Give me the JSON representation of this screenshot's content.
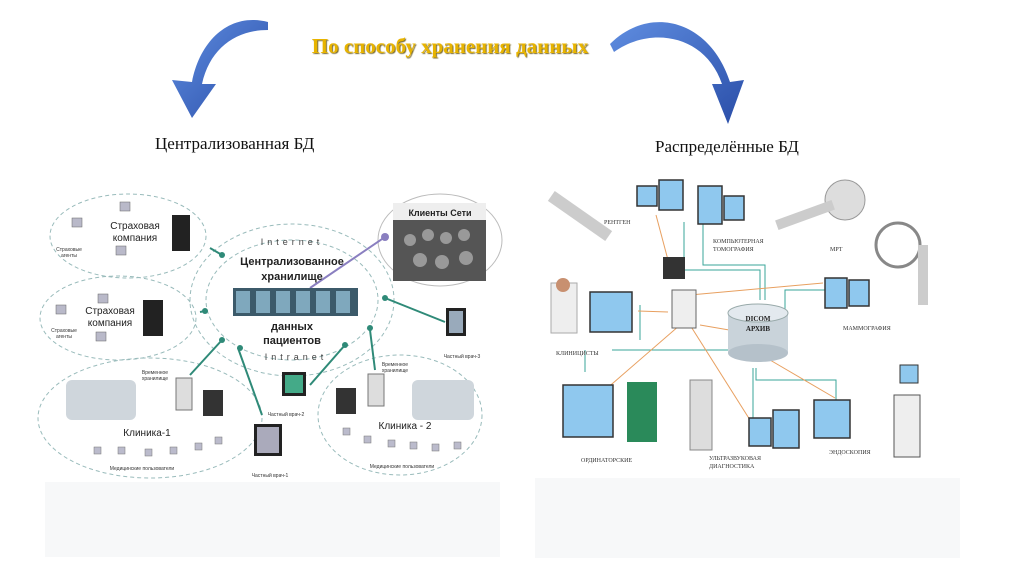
{
  "title": "По способу хранения данных",
  "left": {
    "label": "Централизованная БД",
    "center": {
      "line1": "Централизованное",
      "line2": "хранилище",
      "line3": "данных",
      "line4": "пациентов",
      "top_ring": "Internet",
      "bottom_ring": "Intranet"
    },
    "insurance": [
      {
        "name_line1": "Страховая",
        "name_line2": "компания",
        "agents_line1": "Страховые",
        "agents_line2": "агенты"
      },
      {
        "name_line1": "Страховая",
        "name_line2": "компания",
        "agents_line1": "Страховые",
        "agents_line2": "агенты"
      }
    ],
    "clients": "Клиенты Сети",
    "clinic1": {
      "name": "Клиника-1",
      "storage_line1": "Временное",
      "storage_line2": "хранилище",
      "users": "Медицинские пользователи"
    },
    "clinic2": {
      "name": "Клиника - 2",
      "storage_line1": "Временное",
      "storage_line2": "хранилище",
      "users": "Медицинские пользователи"
    },
    "doctors": [
      "Частный врач-1",
      "Частный врач-2",
      "Частный врач-3"
    ]
  },
  "right": {
    "label": "Распределённые БД",
    "archive_line1": "DICOM",
    "archive_line2": "АРХИВ",
    "nodes": {
      "xray": "РЕНТГЕН",
      "ct_line1": "КОМПЬЮТЕРНАЯ",
      "ct_line2": "ТОМОГРАФИЯ",
      "mri": "МРТ",
      "mammo": "МАММОГРАФИЯ",
      "clinicians": "КЛИНИЦИСТЫ",
      "ordinator": "ОРДИНАТОРСКИЕ",
      "us_line1": "УЛЬТРАЗВУКОВАЯ",
      "us_line2": "ДИАГНОСТИКА",
      "endo": "ЭНДОСКОПИЯ"
    }
  },
  "colors": {
    "title": "#e8b400",
    "arrow": "#3a66c4",
    "link": "#2f8a78",
    "orange": "#e8a060",
    "monitor": "#8fc8ee"
  }
}
